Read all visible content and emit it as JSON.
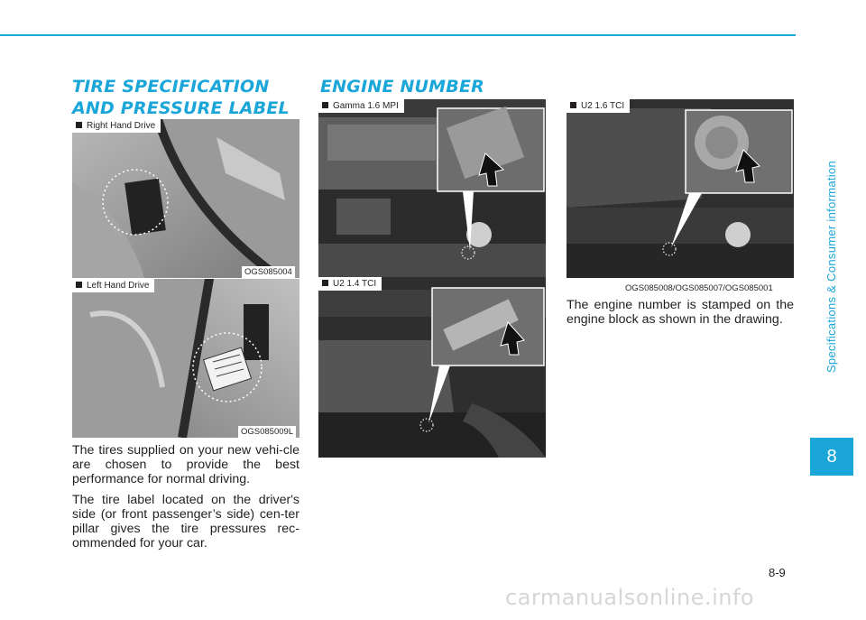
{
  "headings": {
    "tire": "TIRE SPECIFICATION AND PRESSURE LABEL",
    "engine": "ENGINE NUMBER"
  },
  "photos": {
    "rhd": {
      "caption": "Right Hand Drive",
      "code": "OGS085004"
    },
    "lhd": {
      "caption": "Left Hand Drive",
      "code": "OGS085009L"
    },
    "gamma": {
      "caption": "Gamma 1.6 MPI"
    },
    "u2_14": {
      "caption": "U2 1.4 TCI"
    },
    "u2_16": {
      "caption": "U2 1.6 TCI",
      "code": "OGS085008/OGS085007/OGS085001"
    }
  },
  "tire_text": {
    "p1": "The tires supplied on your new vehi-cle are chosen to provide the best performance for normal driving.",
    "p2": "The tire label located on the driver's side (or front passenger’s side) cen-ter pillar gives the tire pressures rec-ommended for your car."
  },
  "engine_text": {
    "p1": "The engine number is stamped on the engine block as shown in the drawing."
  },
  "sidebar": {
    "section_title": "Specifications & Consumer information",
    "chapter_number": "8"
  },
  "footer": {
    "page_number": "8-9",
    "watermark": "carmanualsonline.info"
  },
  "colors": {
    "accent": "#1aa6d9"
  }
}
